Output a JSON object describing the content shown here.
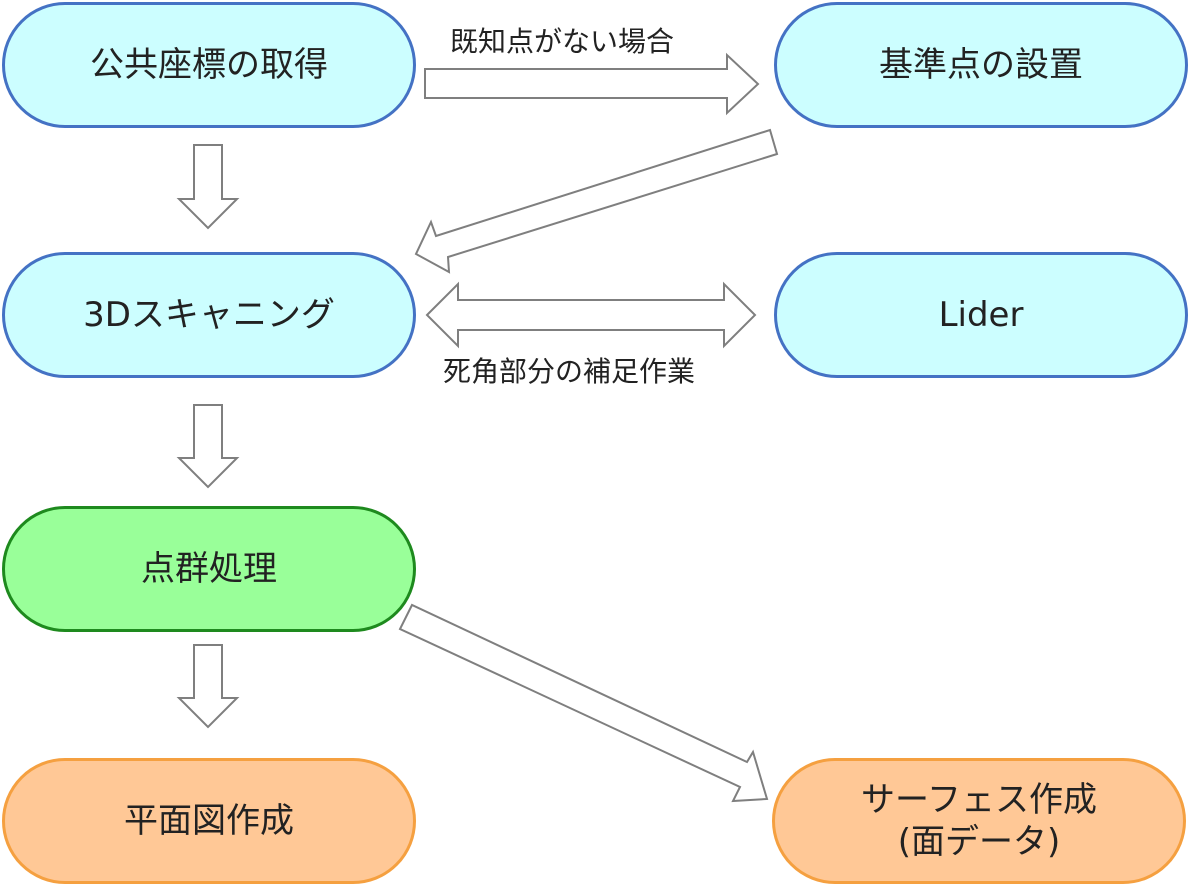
{
  "nodes": {
    "coord": "公共座標の取得",
    "benchmark": "基準点の設置",
    "scan": "3Dスキャニング",
    "lider": "Lider",
    "pointcloud": "点群処理",
    "plan": "平面図作成",
    "surface_line1": "サーフェス作成",
    "surface_line2": "(面データ)"
  },
  "labels": {
    "no_known_point": "既知点がない場合",
    "blind_spot": "死角部分の補足作業"
  },
  "colors": {
    "cyan_fill": "#ccfeff",
    "cyan_border": "#4472c4",
    "green_fill": "#99ff99",
    "green_border": "#1e8a1e",
    "orange_fill": "#ffc896",
    "orange_border": "#f5a040",
    "arrow_stroke": "#7f7f7f"
  }
}
